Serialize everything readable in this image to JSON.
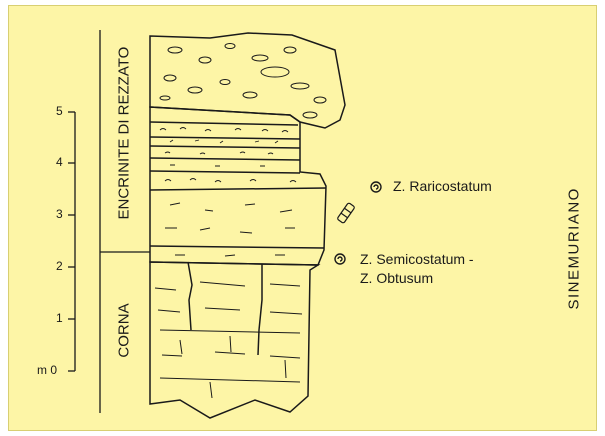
{
  "background_color": "#fdf5a6",
  "line_color": "#1a1a1a",
  "scale": {
    "ticks": [
      {
        "label": "5",
        "value": 5
      },
      {
        "label": "4",
        "value": 4
      },
      {
        "label": "3",
        "value": 3
      },
      {
        "label": "2",
        "value": 2
      },
      {
        "label": "1",
        "value": 1
      },
      {
        "label": "m 0",
        "value": 0
      }
    ]
  },
  "formations": {
    "upper": "ENCRINITE DI REZZATO",
    "lower": "CORNA"
  },
  "stage": "SINEMURIANO",
  "ammonite_zones": {
    "upper": "Z. Raricostatum",
    "lower_line1": "Z. Semicostatum -",
    "lower_line2": "Z. Obtusum"
  },
  "icons": [
    "ammonite-icon",
    "crinoid-stem-icon"
  ]
}
